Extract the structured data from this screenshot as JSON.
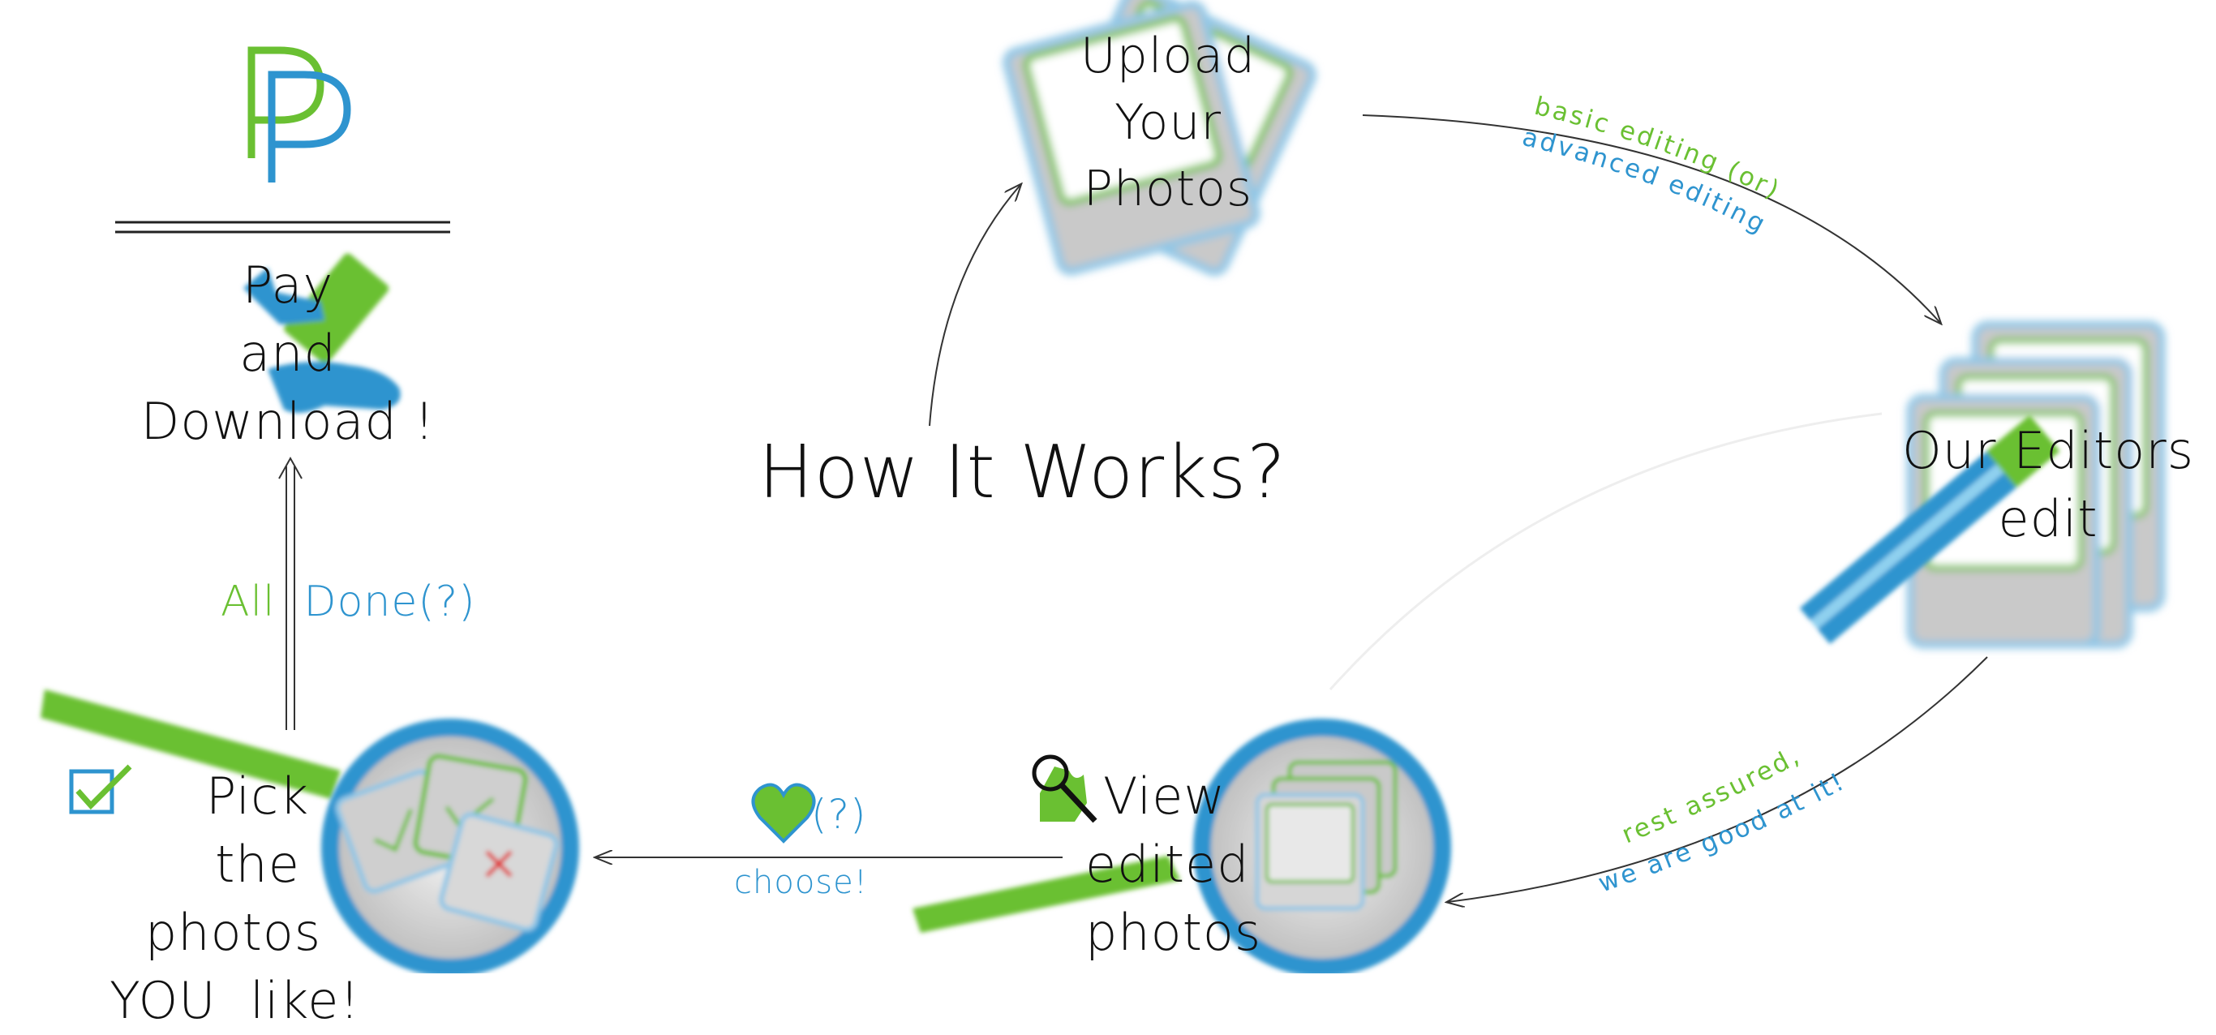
{
  "title": "How It Works?",
  "steps": {
    "upload": [
      "Upload",
      "Your",
      "Photos"
    ],
    "editors": [
      "Our Editors",
      "edit"
    ],
    "view": [
      "View",
      "edited",
      "photos"
    ],
    "pick": [
      "Pick the",
      "photos",
      "YOU  like!"
    ],
    "pay": [
      "Pay",
      "and",
      "Download !"
    ]
  },
  "labels": {
    "basic_editing": "basic editing (or)",
    "advanced_editing": "advanced editing",
    "rest_assured": "rest assured,",
    "good_at_it": "we are good at it!",
    "choose_mark": "(?)",
    "choose": "choose!",
    "all": "All",
    "done": "Done(?)"
  },
  "colors": {
    "green": "#6ac032",
    "blue": "#2e94cf",
    "gray": "#c9c9c9",
    "ink": "#111111"
  },
  "icons": [
    "pp-logo-icon",
    "photos-stack-icon",
    "editor-stack-icon",
    "pencil-icon",
    "magnifier-icon",
    "heart-icon",
    "checkbox-icon",
    "cash-hand-icon"
  ]
}
